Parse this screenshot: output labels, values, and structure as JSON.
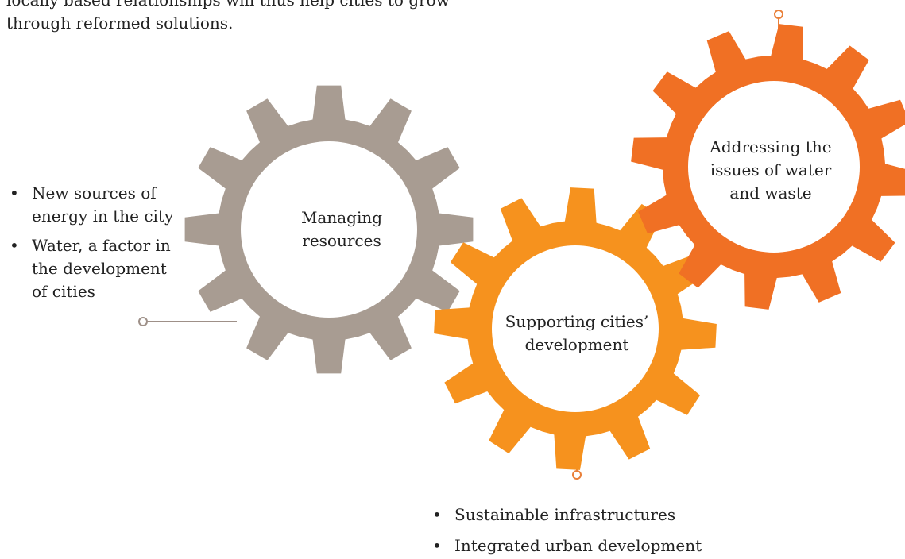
{
  "intro_lines": [
    "locally based relationships will thus help cities to grow",
    "through reformed solutions."
  ],
  "colors": {
    "gray": "#A89C92",
    "orange_light": "#F6921E",
    "orange_dark": "#F07024",
    "connector_gray": "#9E9088",
    "connector_orange": "#E9803A"
  },
  "gears": {
    "managing": {
      "label_lines": [
        "Managing",
        "resources"
      ],
      "icon": "gear-icon"
    },
    "supporting": {
      "label_lines": [
        "Supporting cities’",
        "development"
      ],
      "icon": "gear-icon"
    },
    "addressing": {
      "label_lines": [
        "Addressing the",
        "issues of water",
        "and waste"
      ],
      "icon": "gear-icon"
    }
  },
  "left_bullets": [
    {
      "lines": [
        "New sources of",
        "energy in the city"
      ]
    },
    {
      "lines": [
        "Water, a factor in",
        "the development",
        "of cities"
      ]
    }
  ],
  "bottom_bullets": [
    {
      "lines": [
        "Sustainable infrastructures"
      ]
    },
    {
      "lines": [
        "Integrated urban development"
      ]
    }
  ]
}
